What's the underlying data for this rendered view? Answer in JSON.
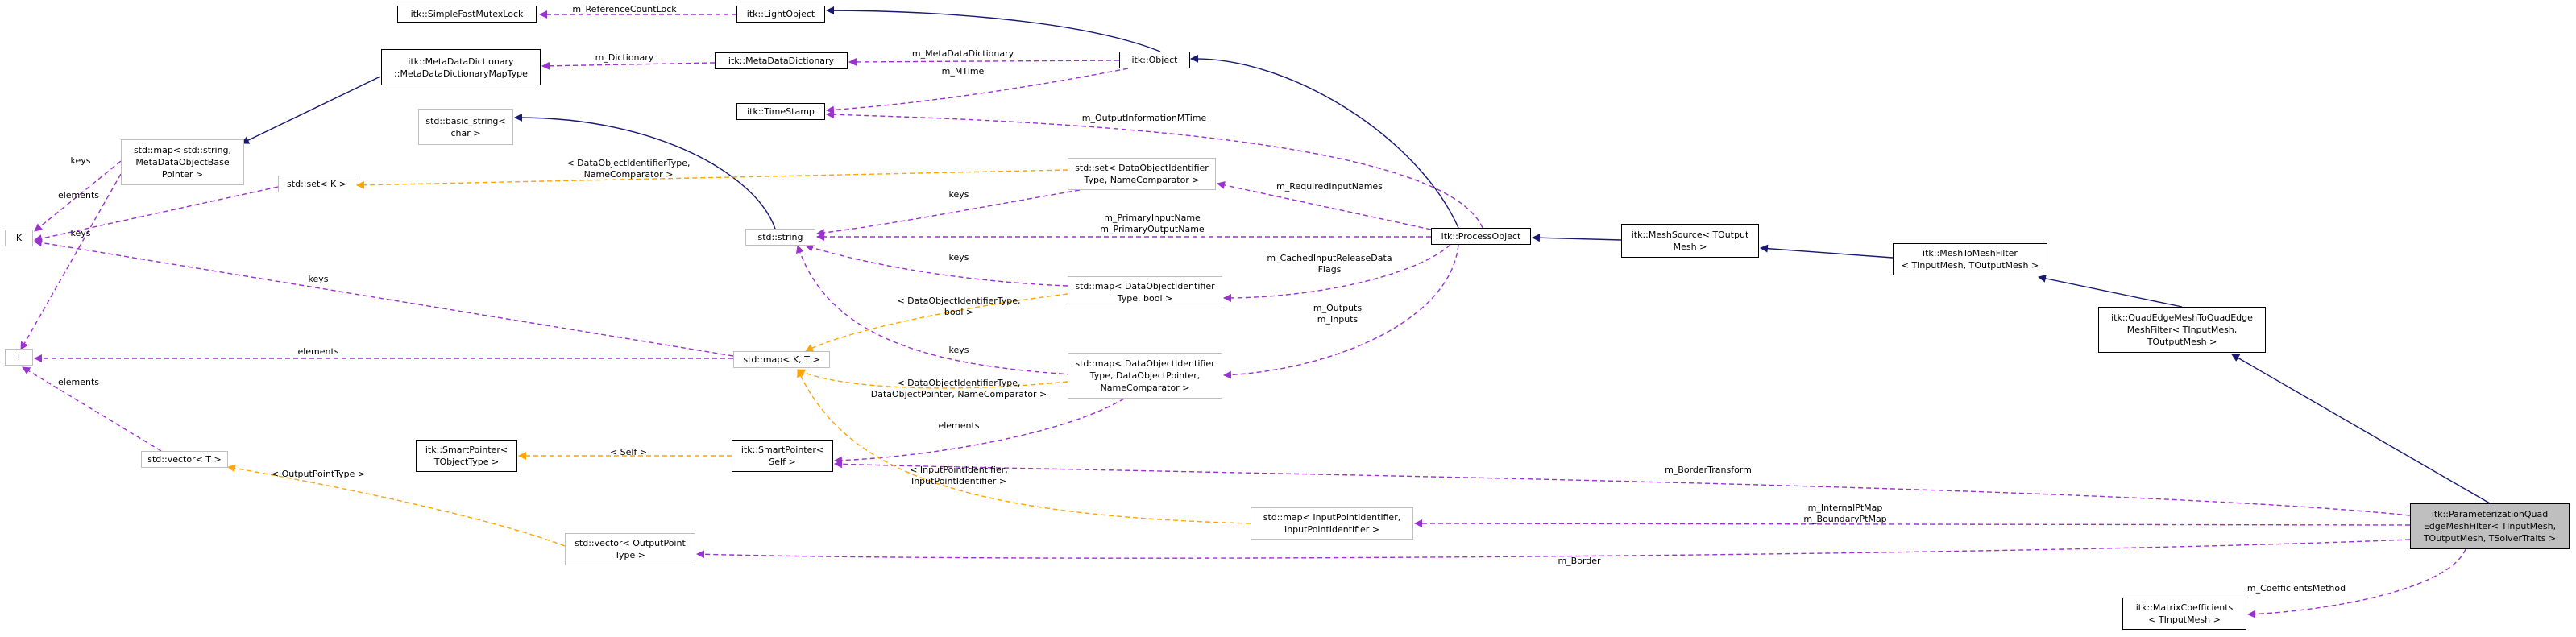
{
  "colors": {
    "inheritance": "#191970",
    "usage": "#9a32cd",
    "template": "#ffa500",
    "node_border": "#000000",
    "undocumented_border": "#bfbfbf",
    "highlight_fill": "#bfbfbf"
  },
  "nodes": {
    "simple_fast_mutex_lock": [
      "itk::SimpleFastMutexLock"
    ],
    "light_object": [
      "itk::LightObject"
    ],
    "itk_object": [
      "itk::Object"
    ],
    "metadata_dictionary_maptype": [
      "itk::MetaDataDictionary",
      "::MetaDataDictionaryMapType"
    ],
    "metadata_dictionary": [
      "itk::MetaDataDictionary"
    ],
    "time_stamp": [
      "itk::TimeStamp"
    ],
    "basic_string": [
      "std::basic_string<",
      "char >"
    ],
    "std_map_metadata": [
      "std::map< std::string,",
      "MetaDataObjectBase",
      "Pointer >"
    ],
    "std_set_k": [
      "std::set< K >"
    ],
    "k": [
      "K"
    ],
    "std_set_dataobject": [
      "std::set< DataObjectIdentifier",
      "Type, NameComparator >"
    ],
    "std_string": [
      "std::string"
    ],
    "process_object": [
      "itk::ProcessObject"
    ],
    "mesh_source": [
      "itk::MeshSource< TOutput",
      "Mesh >"
    ],
    "mesh_to_mesh_filter": [
      "itk::MeshToMeshFilter",
      "< TInputMesh, TOutputMesh >"
    ],
    "quad_edge_filter": [
      "itk::QuadEdgeMeshToQuadEdge",
      "MeshFilter< TInputMesh,",
      "TOutputMesh >"
    ],
    "std_map_bool": [
      "std::map< DataObjectIdentifier",
      "Type, bool >"
    ],
    "t": [
      "T"
    ],
    "std_map_kt": [
      "std::map< K, T >"
    ],
    "std_map_dataobject_pointer": [
      "std::map< DataObjectIdentifier",
      "Type, DataObjectPointer,",
      "NameComparator >"
    ],
    "smart_pointer_object": [
      "itk::SmartPointer<",
      "TObjectType >"
    ],
    "smart_pointer_self": [
      "itk::SmartPointer<",
      "Self >"
    ],
    "std_vector_t": [
      "std::vector< T >"
    ],
    "std_map_inputpoint": [
      "std::map< InputPointIdentifier,",
      "InputPointIdentifier >"
    ],
    "parameterization_filter": [
      "itk::ParameterizationQuad",
      "EdgeMeshFilter< TInputMesh,",
      "TOutputMesh, TSolverTraits >"
    ],
    "std_vector_outputpoint": [
      "std::vector< OutputPoint",
      "Type >"
    ],
    "matrix_coefficients": [
      "itk::MatrixCoefficients",
      "< TInputMesh >"
    ]
  },
  "edge_labels": {
    "reference_count_lock": [
      "m_ReferenceCountLock"
    ],
    "dictionary": [
      "m_Dictionary"
    ],
    "metadata_dictionary": [
      "m_MetaDataDictionary"
    ],
    "mtime": [
      "m_MTime"
    ],
    "output_information_mtime": [
      "m_OutputInformationMTime"
    ],
    "keys_map": [
      "keys"
    ],
    "elements_map": [
      "elements"
    ],
    "keys_set_k": [
      "keys"
    ],
    "set_template_args": [
      "< DataObjectIdentifierType,",
      "NameComparator >"
    ],
    "keys_set": [
      "keys"
    ],
    "required_input_names": [
      "m_RequiredInputNames"
    ],
    "primary_names": [
      "m_PrimaryInputName",
      "m_PrimaryOutputName"
    ],
    "keys_bool": [
      "keys"
    ],
    "cached_input_release": [
      "m_CachedInputReleaseData",
      "Flags"
    ],
    "keys_kt": [
      "keys"
    ],
    "elements_t": [
      "elements"
    ],
    "map_bool_template": [
      "< DataObjectIdentifierType,",
      "bool >"
    ],
    "outputs_inputs": [
      "m_Outputs",
      "m_Inputs"
    ],
    "keys_pointer": [
      "keys"
    ],
    "map_pointer_template": [
      "< DataObjectIdentifierType,",
      "DataObjectPointer, NameComparator >"
    ],
    "elements_vector": [
      "elements"
    ],
    "self_template": [
      "< Self >"
    ],
    "elements_smart": [
      "elements"
    ],
    "border_transform": [
      "m_BorderTransform"
    ],
    "inputpoint_template": [
      "< InputPointIdentifier,",
      "InputPointIdentifier >"
    ],
    "output_point_type": [
      "< OutputPointType >"
    ],
    "internal_boundary": [
      "m_InternalPtMap",
      "m_BoundaryPtMap"
    ],
    "border": [
      "m_Border"
    ],
    "coefficients_method": [
      "m_CoefficientsMethod"
    ]
  }
}
